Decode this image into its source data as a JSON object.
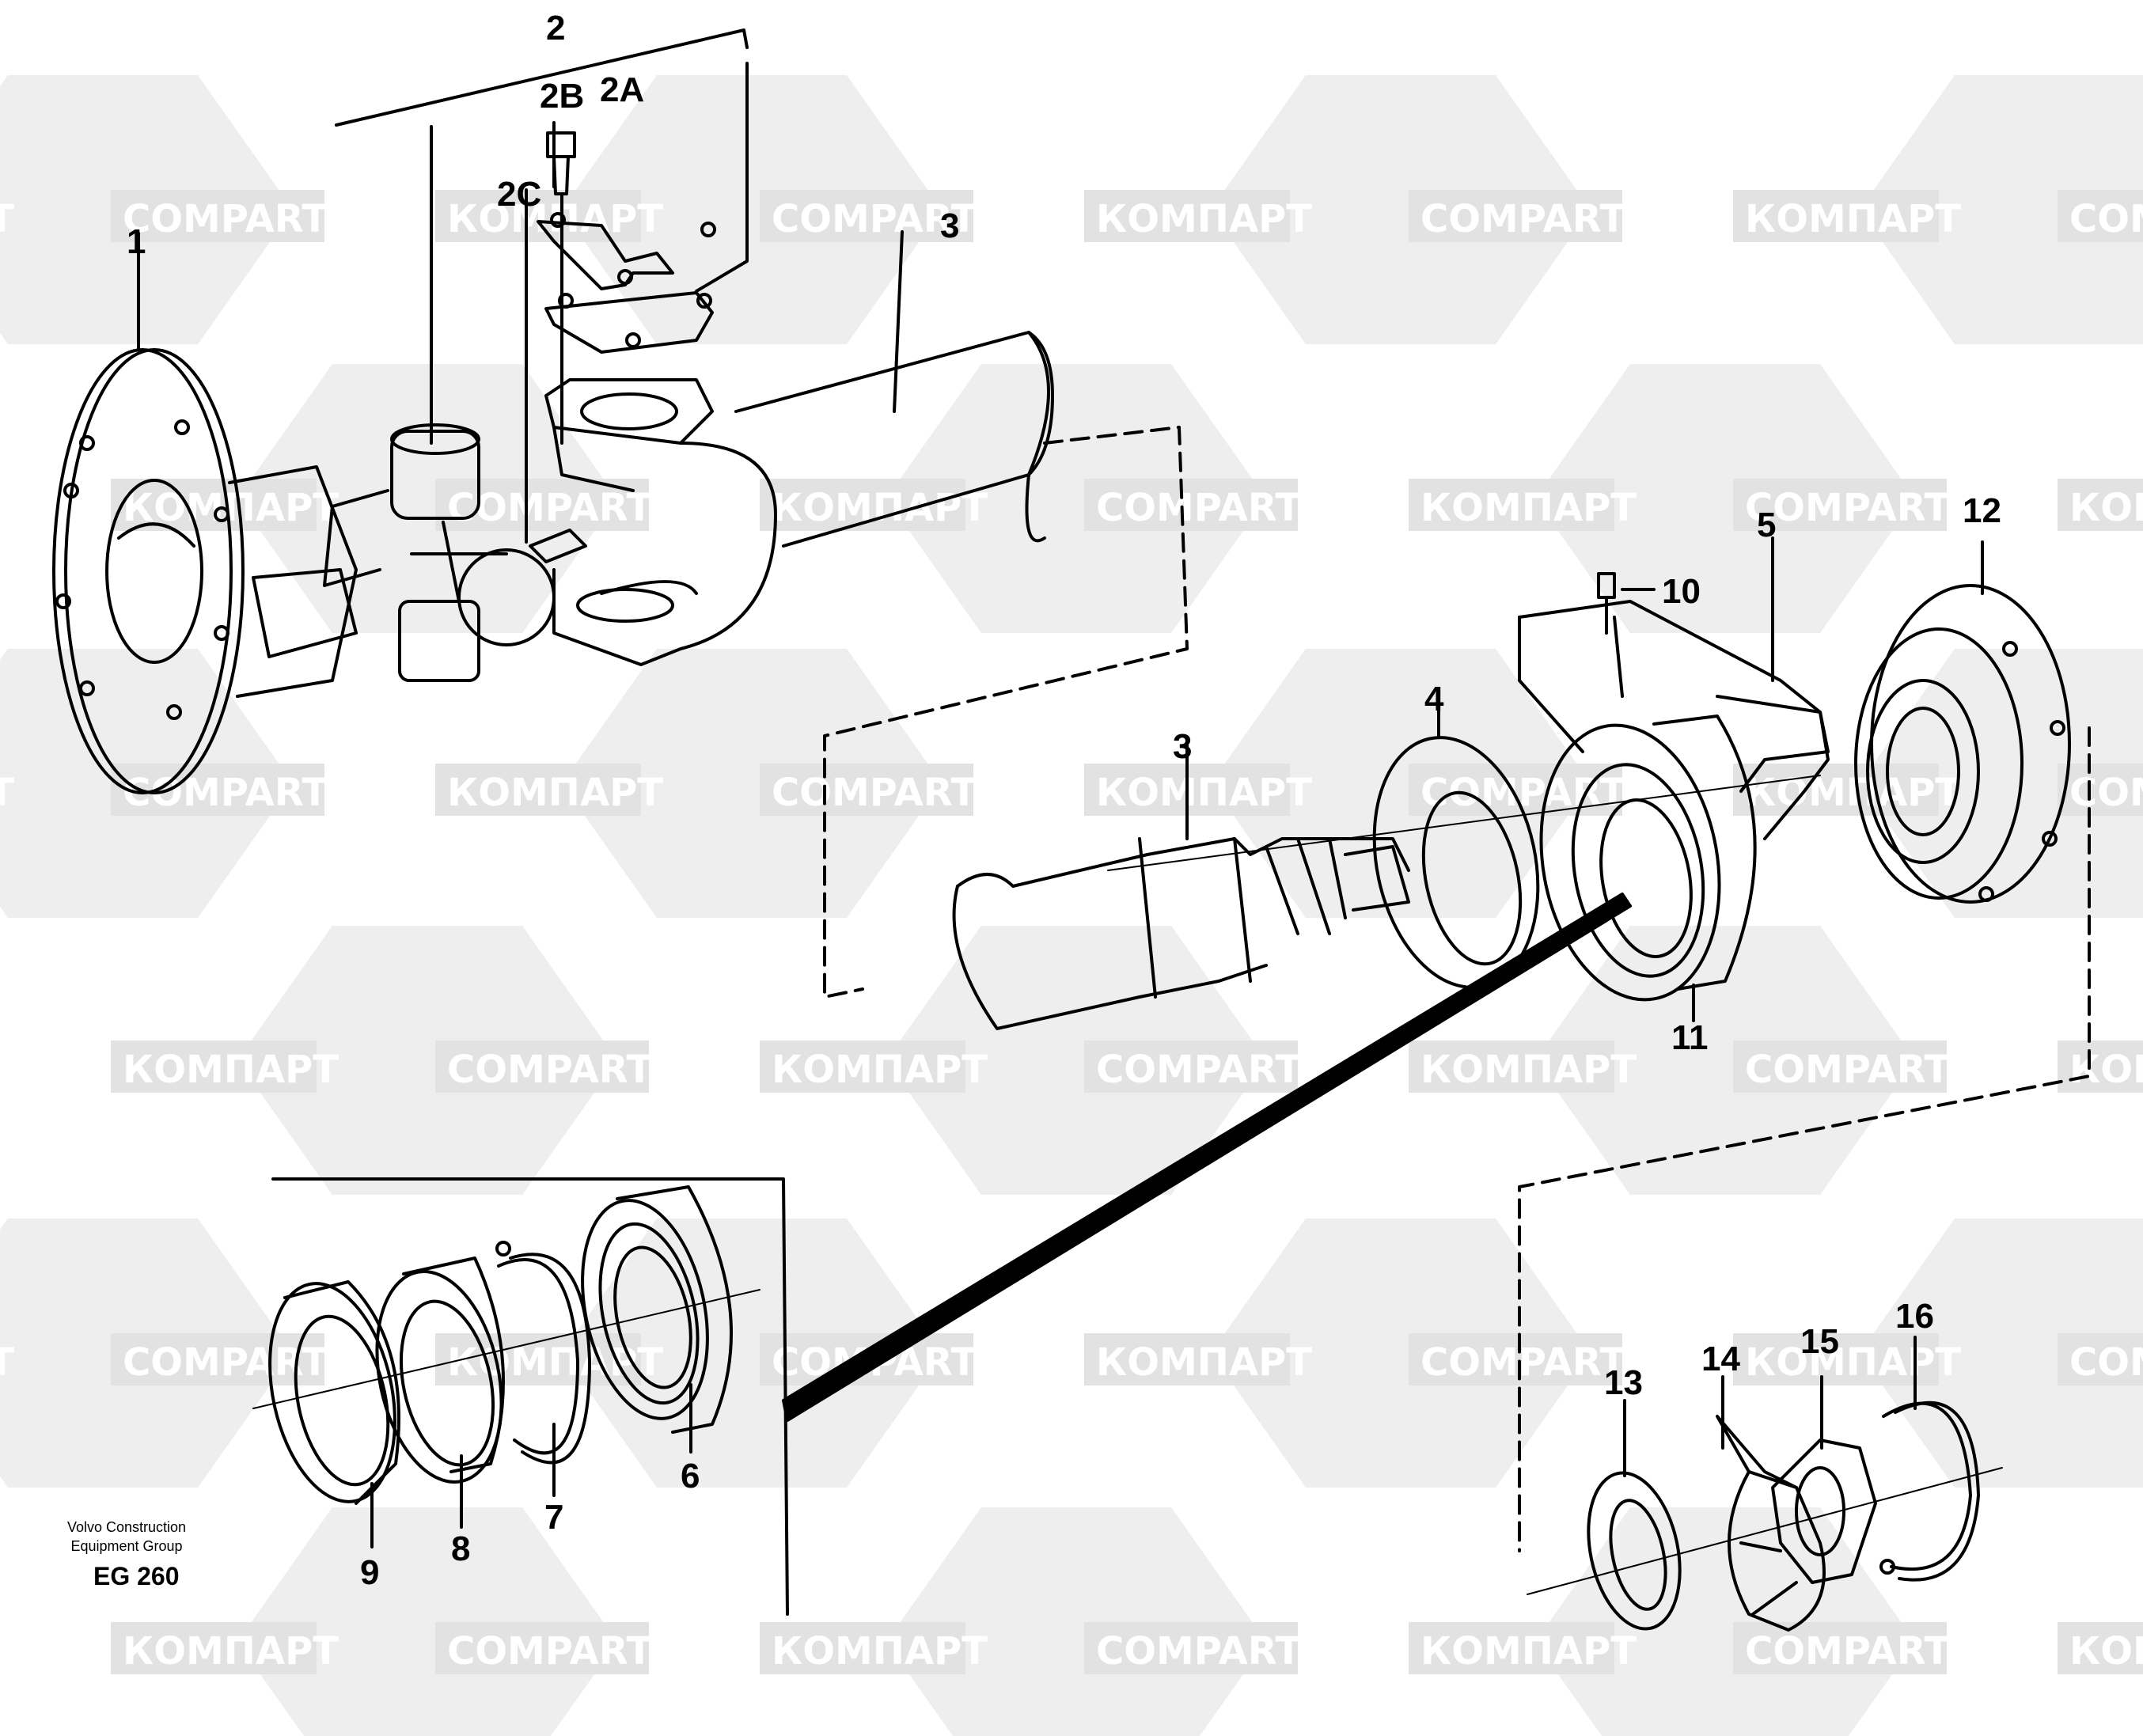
{
  "watermark": {
    "text_latin": "COMPART",
    "text_cyrillic": "КОМПАРТ"
  },
  "callouts": {
    "c1": "1",
    "c2": "2",
    "c2a": "2A",
    "c2b": "2B",
    "c2c": "2C",
    "c3_top": "3",
    "c3_mid": "3",
    "c4": "4",
    "c5": "5",
    "c6": "6",
    "c7": "7",
    "c8": "8",
    "c9": "9",
    "c10": "10",
    "c11": "11",
    "c12": "12",
    "c13": "13",
    "c14": "14",
    "c15": "15",
    "c16": "16"
  },
  "footer": {
    "company_line1": "Volvo Construction",
    "company_line2": "Equipment Group",
    "code": "EG 260"
  },
  "colors": {
    "line": "#000000",
    "watermark": "#e6e6e6"
  }
}
